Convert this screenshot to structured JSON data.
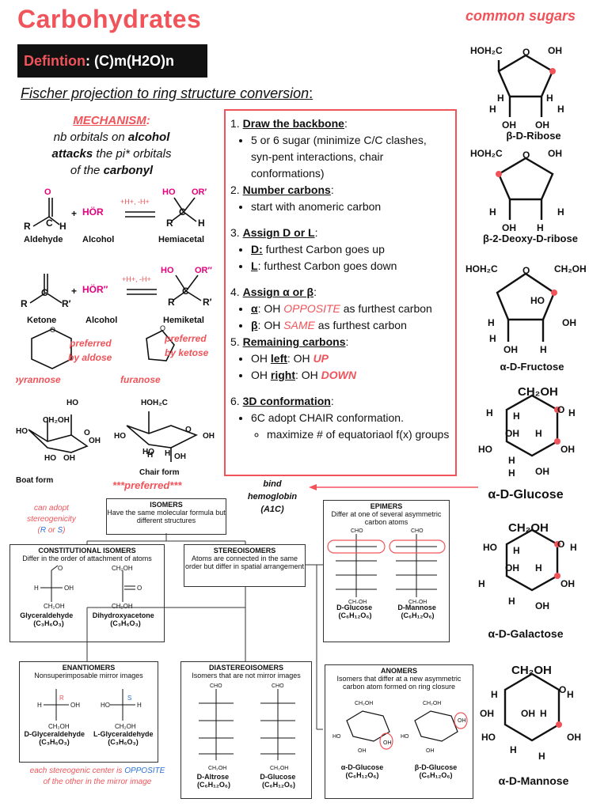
{
  "header": {
    "title": "Carbohydrates",
    "common_sugars": "common sugars",
    "definition_label": "Defintion",
    "definition_formula": "(C)m(H2O)n",
    "fischer_heading": "Fischer projection to ring structure conversion"
  },
  "mechanism": {
    "heading": "MECHANISM",
    "line1": "nb orbitals on",
    "line1b": "alcohol",
    "line2a": "attacks",
    "line2b": "the pi* orbitals",
    "line3a": "of the",
    "line3b": "carbonyl",
    "conditions": "+H+, -H+",
    "aldehyde": "Aldehyde",
    "alcohol": "Alcohol",
    "hemiacetal": "Hemiacetal",
    "ketone": "Ketone",
    "alcohol2": "Alcohol",
    "hemiketal": "Hemiketal",
    "hor": "HÖR",
    "hor2": "HÖR″",
    "preferred_aldose": "preferred by aldose",
    "preferred_ketose": "preferred by ketose",
    "pyrannose": "pyrannose",
    "furanose": "furanose",
    "boat_form": "Boat form",
    "chair_form": "Chair form",
    "preferred": "***preferred***"
  },
  "steps": {
    "s1_title": "Draw the backbone",
    "s1_b1": "5 or 6 sugar (minimize C/C clashes, syn-pent interactions, chair conformations)",
    "s2_title": "Number carbons",
    "s2_b1": "start with anomeric carbon",
    "s3_title": "Assign D or L",
    "s3_d": "D:",
    "s3_d_text": " furthest Carbon goes up",
    "s3_l": "L",
    "s3_l_text": ": furthest Carbon goes down",
    "s4_title": "Assign α or β",
    "s4_a": "α",
    "s4_a_text1": ": OH ",
    "s4_a_red": "OPPOSITE",
    "s4_a_text2": " as furthest carbon",
    "s4_b": "β",
    "s4_b_text1": ": OH ",
    "s4_b_red": "SAME",
    "s4_b_text2": " as furthest carbon",
    "s5_title": "Remaining carbons",
    "s5_left": "left",
    "s5_left_text": ": OH ",
    "s5_up": "UP",
    "s5_right": "right",
    "s5_right_text": ": OH ",
    "s5_down": "DOWN",
    "s6_title": "3D conformation",
    "s6_b1": "6C adopt CHAIR conformation.",
    "s6_b2": "maximize # of equatoriaol f(x) groups"
  },
  "sugars": {
    "ribose": "β-D-Ribose",
    "deoxyribose": "β-2-Deoxy-D-ribose",
    "fructose": "α-D-Fructose",
    "glucose": "α-D-Glucose",
    "galactose": "α-D-Galactose",
    "mannose": "α-D-Mannose",
    "hoh2c": "HOH₂C",
    "ch2oh": "CH₂OH",
    "oh": "OH",
    "h": "H",
    "o": "O",
    "ho": "HO"
  },
  "bind": "bind hemoglobin (A1C)",
  "isomers": {
    "stereo_note": "can adopt stereogenicity",
    "r_or_s": "(R or S)",
    "isomers_title": "ISOMERS",
    "isomers_desc": "Have the same molecular formula but different structures",
    "const_title": "CONSTITUTIONAL ISOMERS",
    "const_desc": "Differ in the order of attachment of atoms",
    "glyceraldehyde": "Glyceraldehyde",
    "glyceraldehyde_formula": "(C₃H₆O₃)",
    "dihydroxyacetone": "Dihydroxyacetone",
    "dha_formula": "(C₃H₆O₃)",
    "stereo_title": "STEREOISOMERS",
    "stereo_desc": "Atoms are connected in the same order but differ in spatial arrangement",
    "epimers_title": "EPIMERS",
    "epimers_desc": "Differ at one of several asymmetric carbon atoms",
    "d_glucose": "D-Glucose",
    "d_mannose": "D-Mannose",
    "c6_formula": "(C₆H₁₂O₆)",
    "enant_title": "ENANTIOMERS",
    "enant_desc": "Nonsuperimposable mirror images",
    "d_glyceraldehyde": "D-Glyceraldehyde",
    "l_glyceraldehyde": "L-Glyceraldehyde",
    "diast_title": "DIASTEREOISOMERS",
    "diast_desc": "Isomers that are not mirror images",
    "d_altrose": "D-Altrose",
    "d_glucose2": "D-Glucose",
    "anomers_title": "ANOMERS",
    "anomers_desc": "Isomers that differ at a new asymmetric carbon atom formed on ring closure",
    "alpha_glucose": "α-D-Glucose",
    "beta_glucose": "β-D-Glucose",
    "opposite_note1": "each stereogenic center is",
    "opposite_word": "OPPOSITE",
    "opposite_note2": "of the other in the mirror image",
    "cho": "CHO",
    "ch2oh": "CH₂OH"
  },
  "colors": {
    "accent": "#f0545a",
    "magenta": "#e6007e",
    "blue": "#2b6fd6"
  }
}
